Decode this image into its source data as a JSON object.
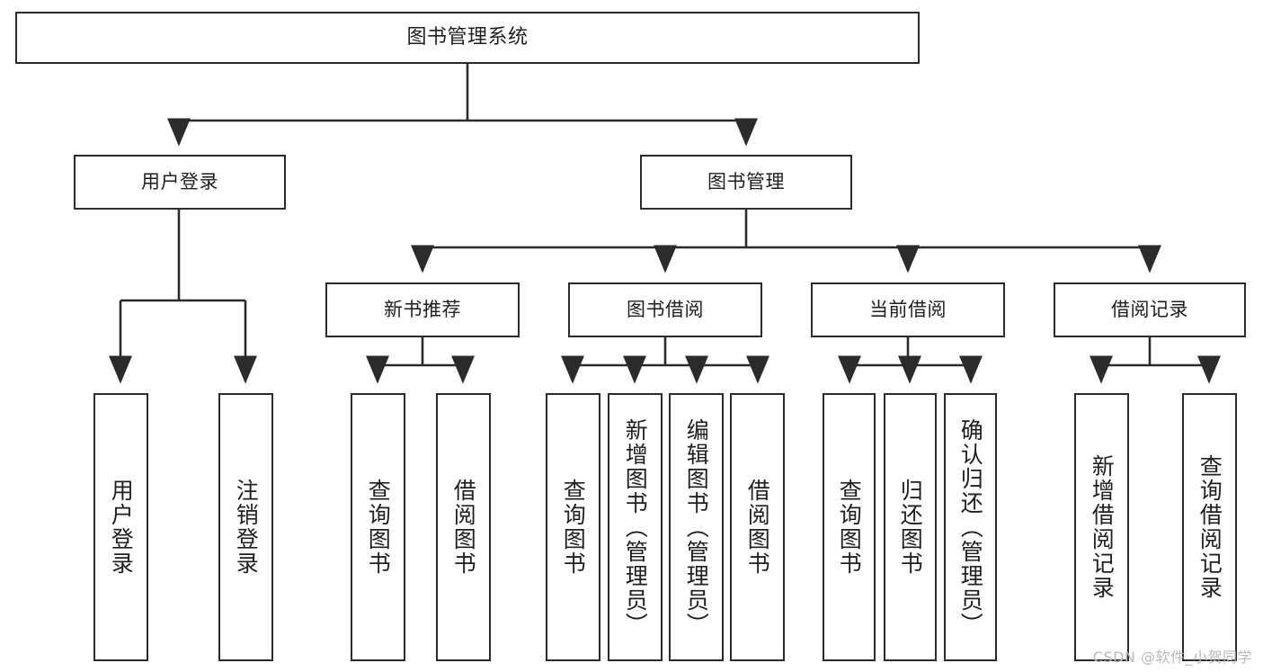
{
  "diagram": {
    "title": "图书管理系统",
    "watermark": "CSDN @软件_小贺同学",
    "stroke_color": "#2b2b2b",
    "text_color": "#1f1f1f",
    "background_color": "#ffffff",
    "watermark_color": "#b9b9b9"
  },
  "nodes": {
    "root": {
      "label": "图书管理系统"
    },
    "level2": [
      {
        "id": "user-login",
        "label": "用户登录"
      },
      {
        "id": "book-management",
        "label": "图书管理"
      }
    ],
    "level3": [
      {
        "id": "new-book-recommend",
        "label": "新书推荐"
      },
      {
        "id": "book-borrow",
        "label": "图书借阅"
      },
      {
        "id": "current-borrow",
        "label": "当前借阅"
      },
      {
        "id": "borrow-record",
        "label": "借阅记录"
      }
    ],
    "leaves": {
      "user_login": [
        {
          "id": "leaf-user-login",
          "label": "用户登录"
        },
        {
          "id": "leaf-logout-login",
          "label": "注销登录"
        }
      ],
      "new_book_recommend": [
        {
          "id": "leaf-query-book-1",
          "label": "查询图书"
        },
        {
          "id": "leaf-borrow-book-1",
          "label": "借阅图书"
        }
      ],
      "book_borrow": [
        {
          "id": "leaf-query-book-2",
          "label": "查询图书"
        },
        {
          "id": "leaf-add-book",
          "label": "新增图书（管理员）"
        },
        {
          "id": "leaf-edit-book",
          "label": "编辑图书（管理员）"
        },
        {
          "id": "leaf-borrow-book-2",
          "label": "借阅图书"
        }
      ],
      "current_borrow": [
        {
          "id": "leaf-query-book-3",
          "label": "查询图书"
        },
        {
          "id": "leaf-return-book",
          "label": "归还图书"
        },
        {
          "id": "leaf-confirm-return",
          "label": "确认归还（管理员）"
        }
      ],
      "borrow_record": [
        {
          "id": "leaf-add-record",
          "label": "新增借阅记录"
        },
        {
          "id": "leaf-query-record",
          "label": "查询借阅记录"
        }
      ]
    }
  }
}
